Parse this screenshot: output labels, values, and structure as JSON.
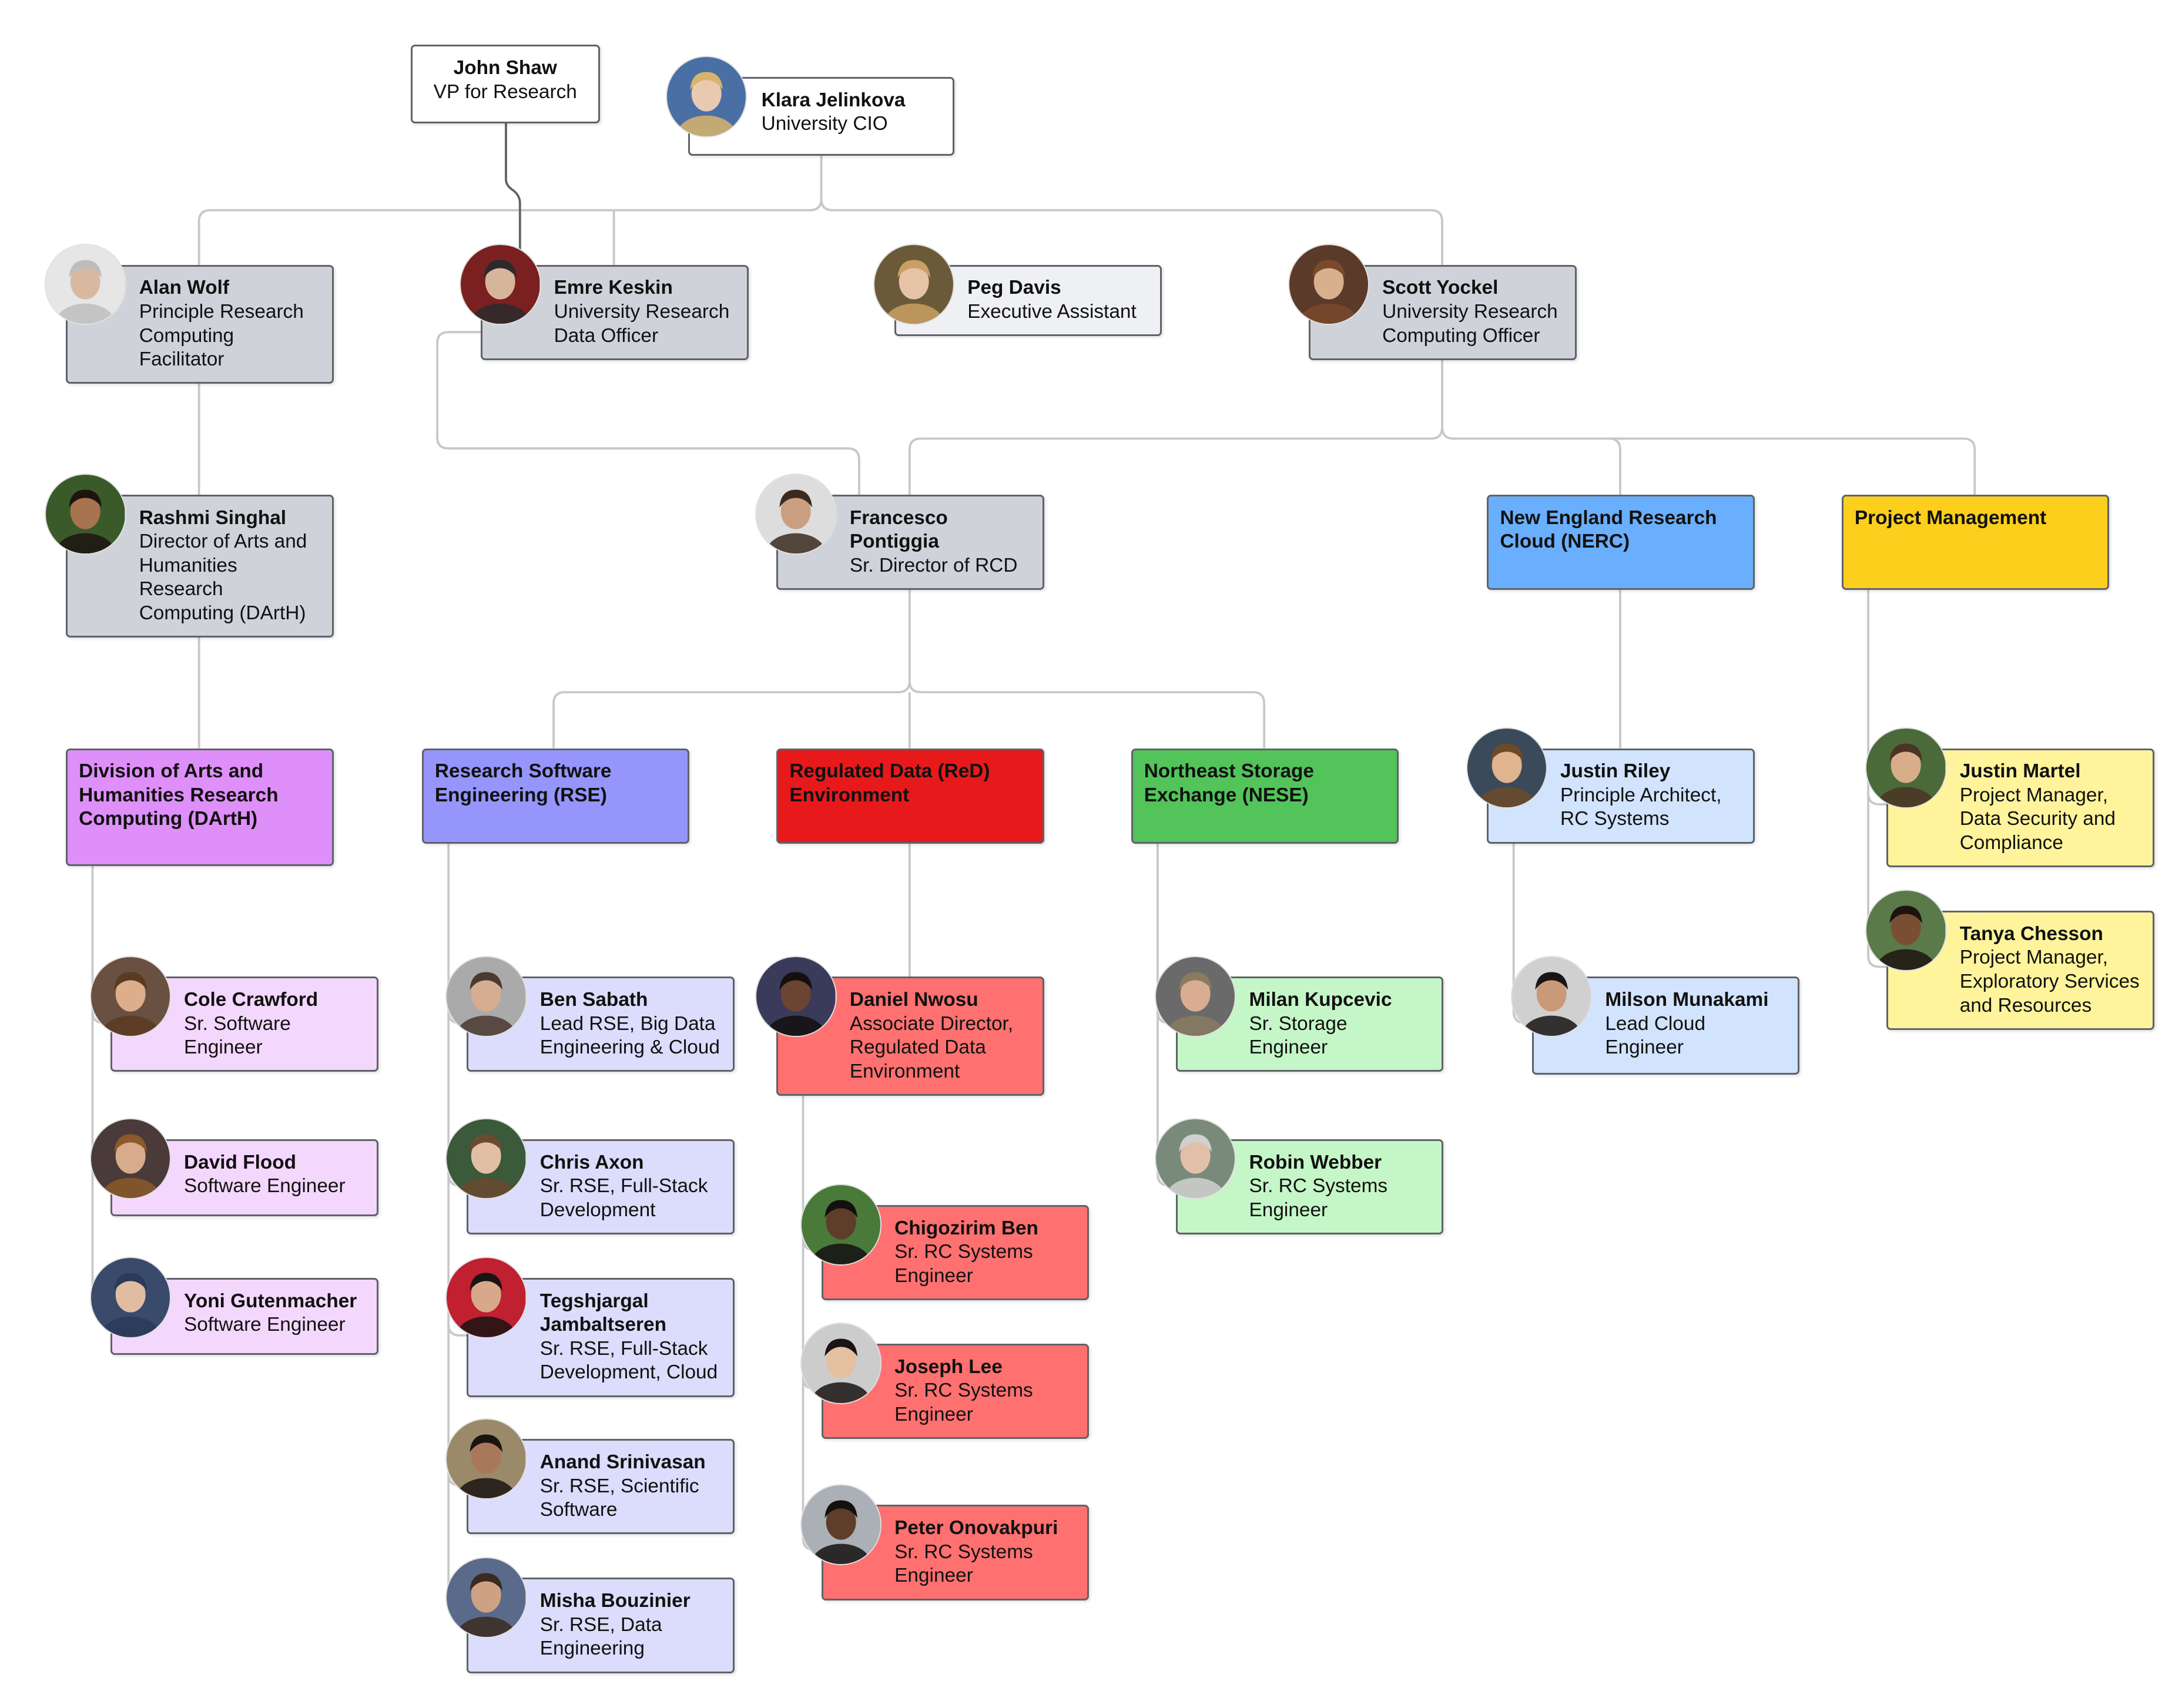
{
  "people": {
    "john_shaw": {
      "name": "John Shaw",
      "title": "VP for Research"
    },
    "klara": {
      "name": "Klara Jelinkova",
      "title": "University CIO"
    },
    "alan": {
      "name": "Alan Wolf",
      "title": "Principle Research Computing Facilitator"
    },
    "emre": {
      "name": "Emre Keskin",
      "title": "University Research Data Officer"
    },
    "peg": {
      "name": "Peg Davis",
      "title": "Executive Assistant"
    },
    "scott": {
      "name": "Scott Yockel",
      "title": "University Research Computing Officer"
    },
    "rashmi": {
      "name": "Rashmi Singhal",
      "title": "Director of Arts and Humanities Research Computing (DArtH)"
    },
    "francesco": {
      "name": "Francesco Pontiggia",
      "title": "Sr. Director of RCD"
    },
    "justin_riley": {
      "name": "Justin Riley",
      "title": "Principle Architect, RC Systems"
    },
    "justin_martel": {
      "name": "Justin Martel",
      "title": "Project Manager, Data Security and Compliance"
    },
    "tanya": {
      "name": "Tanya Chesson",
      "title": "Project Manager, Exploratory Services and Resources"
    },
    "cole": {
      "name": "Cole Crawford",
      "title": "Sr. Software Engineer"
    },
    "david": {
      "name": "David Flood",
      "title": "Software Engineer"
    },
    "yoni": {
      "name": "Yoni Gutenmacher",
      "title": "Software Engineer"
    },
    "ben": {
      "name": "Ben Sabath",
      "title": "Lead RSE, Big Data Engineering & Cloud"
    },
    "chris": {
      "name": "Chris Axon",
      "title": "Sr. RSE, Full-Stack Development"
    },
    "tegsh": {
      "name": "Tegshjargal Jambaltseren",
      "title": "Sr. RSE, Full-Stack Development, Cloud"
    },
    "anand": {
      "name": "Anand Srinivasan",
      "title": "Sr. RSE, Scientific Software"
    },
    "misha": {
      "name": "Misha Bouzinier",
      "title": "Sr. RSE, Data Engineering"
    },
    "daniel": {
      "name": "Daniel Nwosu",
      "title": "Associate Director, Regulated Data Environment"
    },
    "chigozirim": {
      "name": "Chigozirim Ben",
      "title": "Sr. RC Systems Engineer"
    },
    "joseph": {
      "name": "Joseph Lee",
      "title": "Sr. RC Systems Engineer"
    },
    "peter": {
      "name": "Peter Onovakpuri",
      "title": "Sr. RC Systems Engineer"
    },
    "milan": {
      "name": "Milan Kupcevic",
      "title": "Sr. Storage Engineer"
    },
    "robin": {
      "name": "Robin Webber",
      "title": "Sr. RC Systems Engineer"
    },
    "milson": {
      "name": "Milson Munakami",
      "title": "Lead Cloud Engineer"
    }
  },
  "groups": {
    "darth": "Division of Arts and Humanities Research Computing (DArtH)",
    "rse": "Research Software Engineering (RSE)",
    "red": "Regulated Data (ReD) Environment",
    "nese": "Northeast Storage Exchange (NESE)",
    "nerc": "New England Research Cloud (NERC)",
    "pm": "Project Management"
  },
  "colors": {
    "leadership": "#cfd3d9",
    "assistant": "#eef0f3",
    "darth_header": "#df8ff9",
    "darth_member": "#f4d7fc",
    "rse_header": "#9595fb",
    "rse_member": "#dcdcfc",
    "red_header": "#e8191b",
    "red_member": "#ff7070",
    "nese_header": "#52c45a",
    "nese_member": "#c5f6c7",
    "nerc_header": "#6aaffd",
    "nerc_member": "#d1e3fd",
    "pm_header": "#fdcf1d",
    "pm_member": "#fff49b",
    "connector": "#c8c8c8",
    "dotted_line": "#5f6368"
  },
  "icons": {
    "avatar": "person-photo-icon"
  }
}
